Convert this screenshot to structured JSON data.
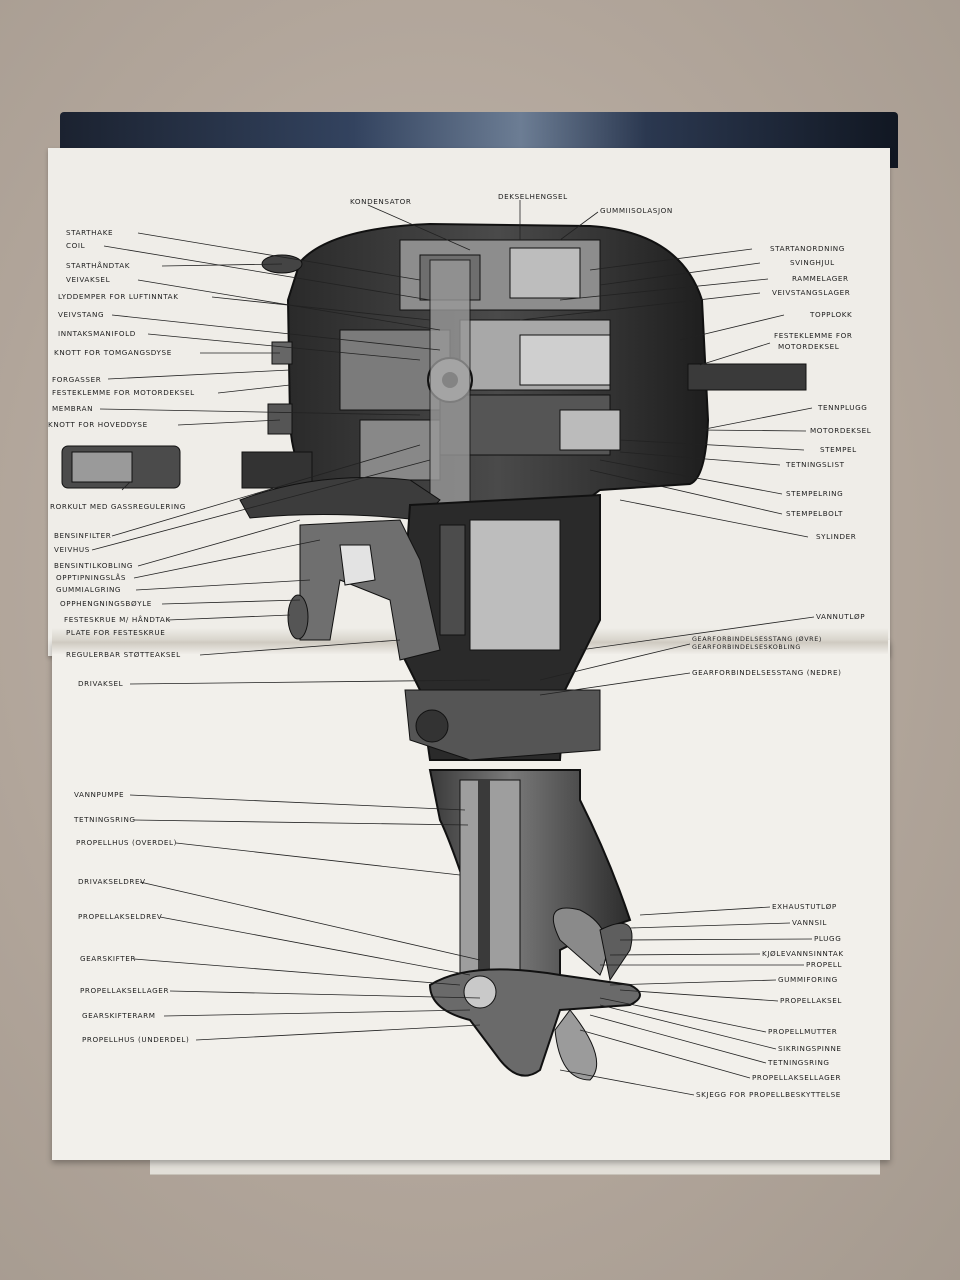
{
  "labels_left": [
    "STARTHAKE",
    "COIL",
    "STARTHÅNDTAK",
    "VEIVAKSEL",
    "LYDDEMPER FOR LUFTINNTAK",
    "VEIVSTANG",
    "INNTAKSMANIFOLD",
    "KNOTT FOR TOMGANGSDYSE",
    "FORGASSER",
    "FESTEKLEMME FOR MOTORDEKSEL",
    "MEMBRAN",
    "KNOTT FOR HOVEDDYSE",
    "RORKULT MED GASSREGULERING",
    "BENSINFILTER",
    "VEIVHUS",
    "BENSINTILKOBLING",
    "OPPTIPNINGSLÅS",
    "GUMMIALGRING",
    "OPPHENGNINGSBØYLE",
    "FESTESKRUE M/ HÅNDTAK",
    "PLATE FOR FESTESKRUE",
    "REGULERBAR STØTTEAKSEL",
    "DRIVAKSEL",
    "VANNPUMPE",
    "TETNINGSRING",
    "PROPELLHUS (OVERDEL)",
    "DRIVAKSELDREV",
    "PROPELLAKSELDREV",
    "GEARSKIFTER",
    "PROPELLAKSELLAGER",
    "GEARSKIFTERARM",
    "PROPELLHUS (UNDERDEL)"
  ],
  "labels_top": [
    "KONDENSATOR",
    "DEKSELHENGSEL",
    "GUMMIISOLASJON"
  ],
  "labels_right": [
    "STARTANORDNING",
    "SVINGHJUL",
    "RAMMELAGER",
    "VEIVSTANGSLAGER",
    "TOPPLOKK",
    "FESTEKLEMME FOR",
    "MOTORDEKSEL",
    "TENNPLUGG",
    "MOTORDEKSEL",
    "STEMPEL",
    "TETNINGSLIST",
    "STEMPELRING",
    "STEMPELBOLT",
    "SYLINDER",
    "VANNUTLØP",
    "GEARFORBINDELSESSTANG (ØVRE)",
    "GEARFORBINDELSESKOBLING",
    "GEARFORBINDELSESSTANG (NEDRE)",
    "EXHAUSTUTLØP",
    "VANNSIL",
    "PLUGG",
    "KJØLEVANNSINNTAK",
    "PROPELL",
    "GUMMIFORING",
    "PROPELLAKSEL",
    "PROPELLMUTTER",
    "SIKRINGSPINNE",
    "TETNINGSRING",
    "PROPELLAKSELLAGER",
    "SKJEGG FOR PROPELLBESKYTTELSE"
  ],
  "colors": {
    "ink": "#1a1a1a",
    "page": "#efede8",
    "background": "#b3a79c"
  }
}
